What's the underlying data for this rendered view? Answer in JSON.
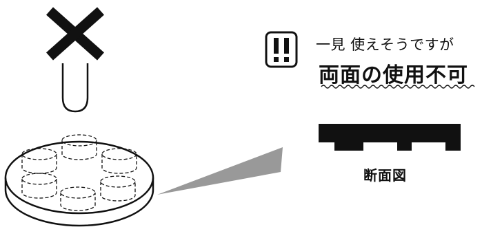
{
  "notice": {
    "warning_icon": "double-exclamation-warning-icon",
    "subtitle": "一見 使えそうですが",
    "heading": "両面の使用不可"
  },
  "illustration": {
    "prohibited_icon": "x-mark-prohibited-icon",
    "cross_section_caption": "断面図"
  },
  "colors": {
    "ink": "#111111",
    "pointer_gray": "#999999"
  }
}
